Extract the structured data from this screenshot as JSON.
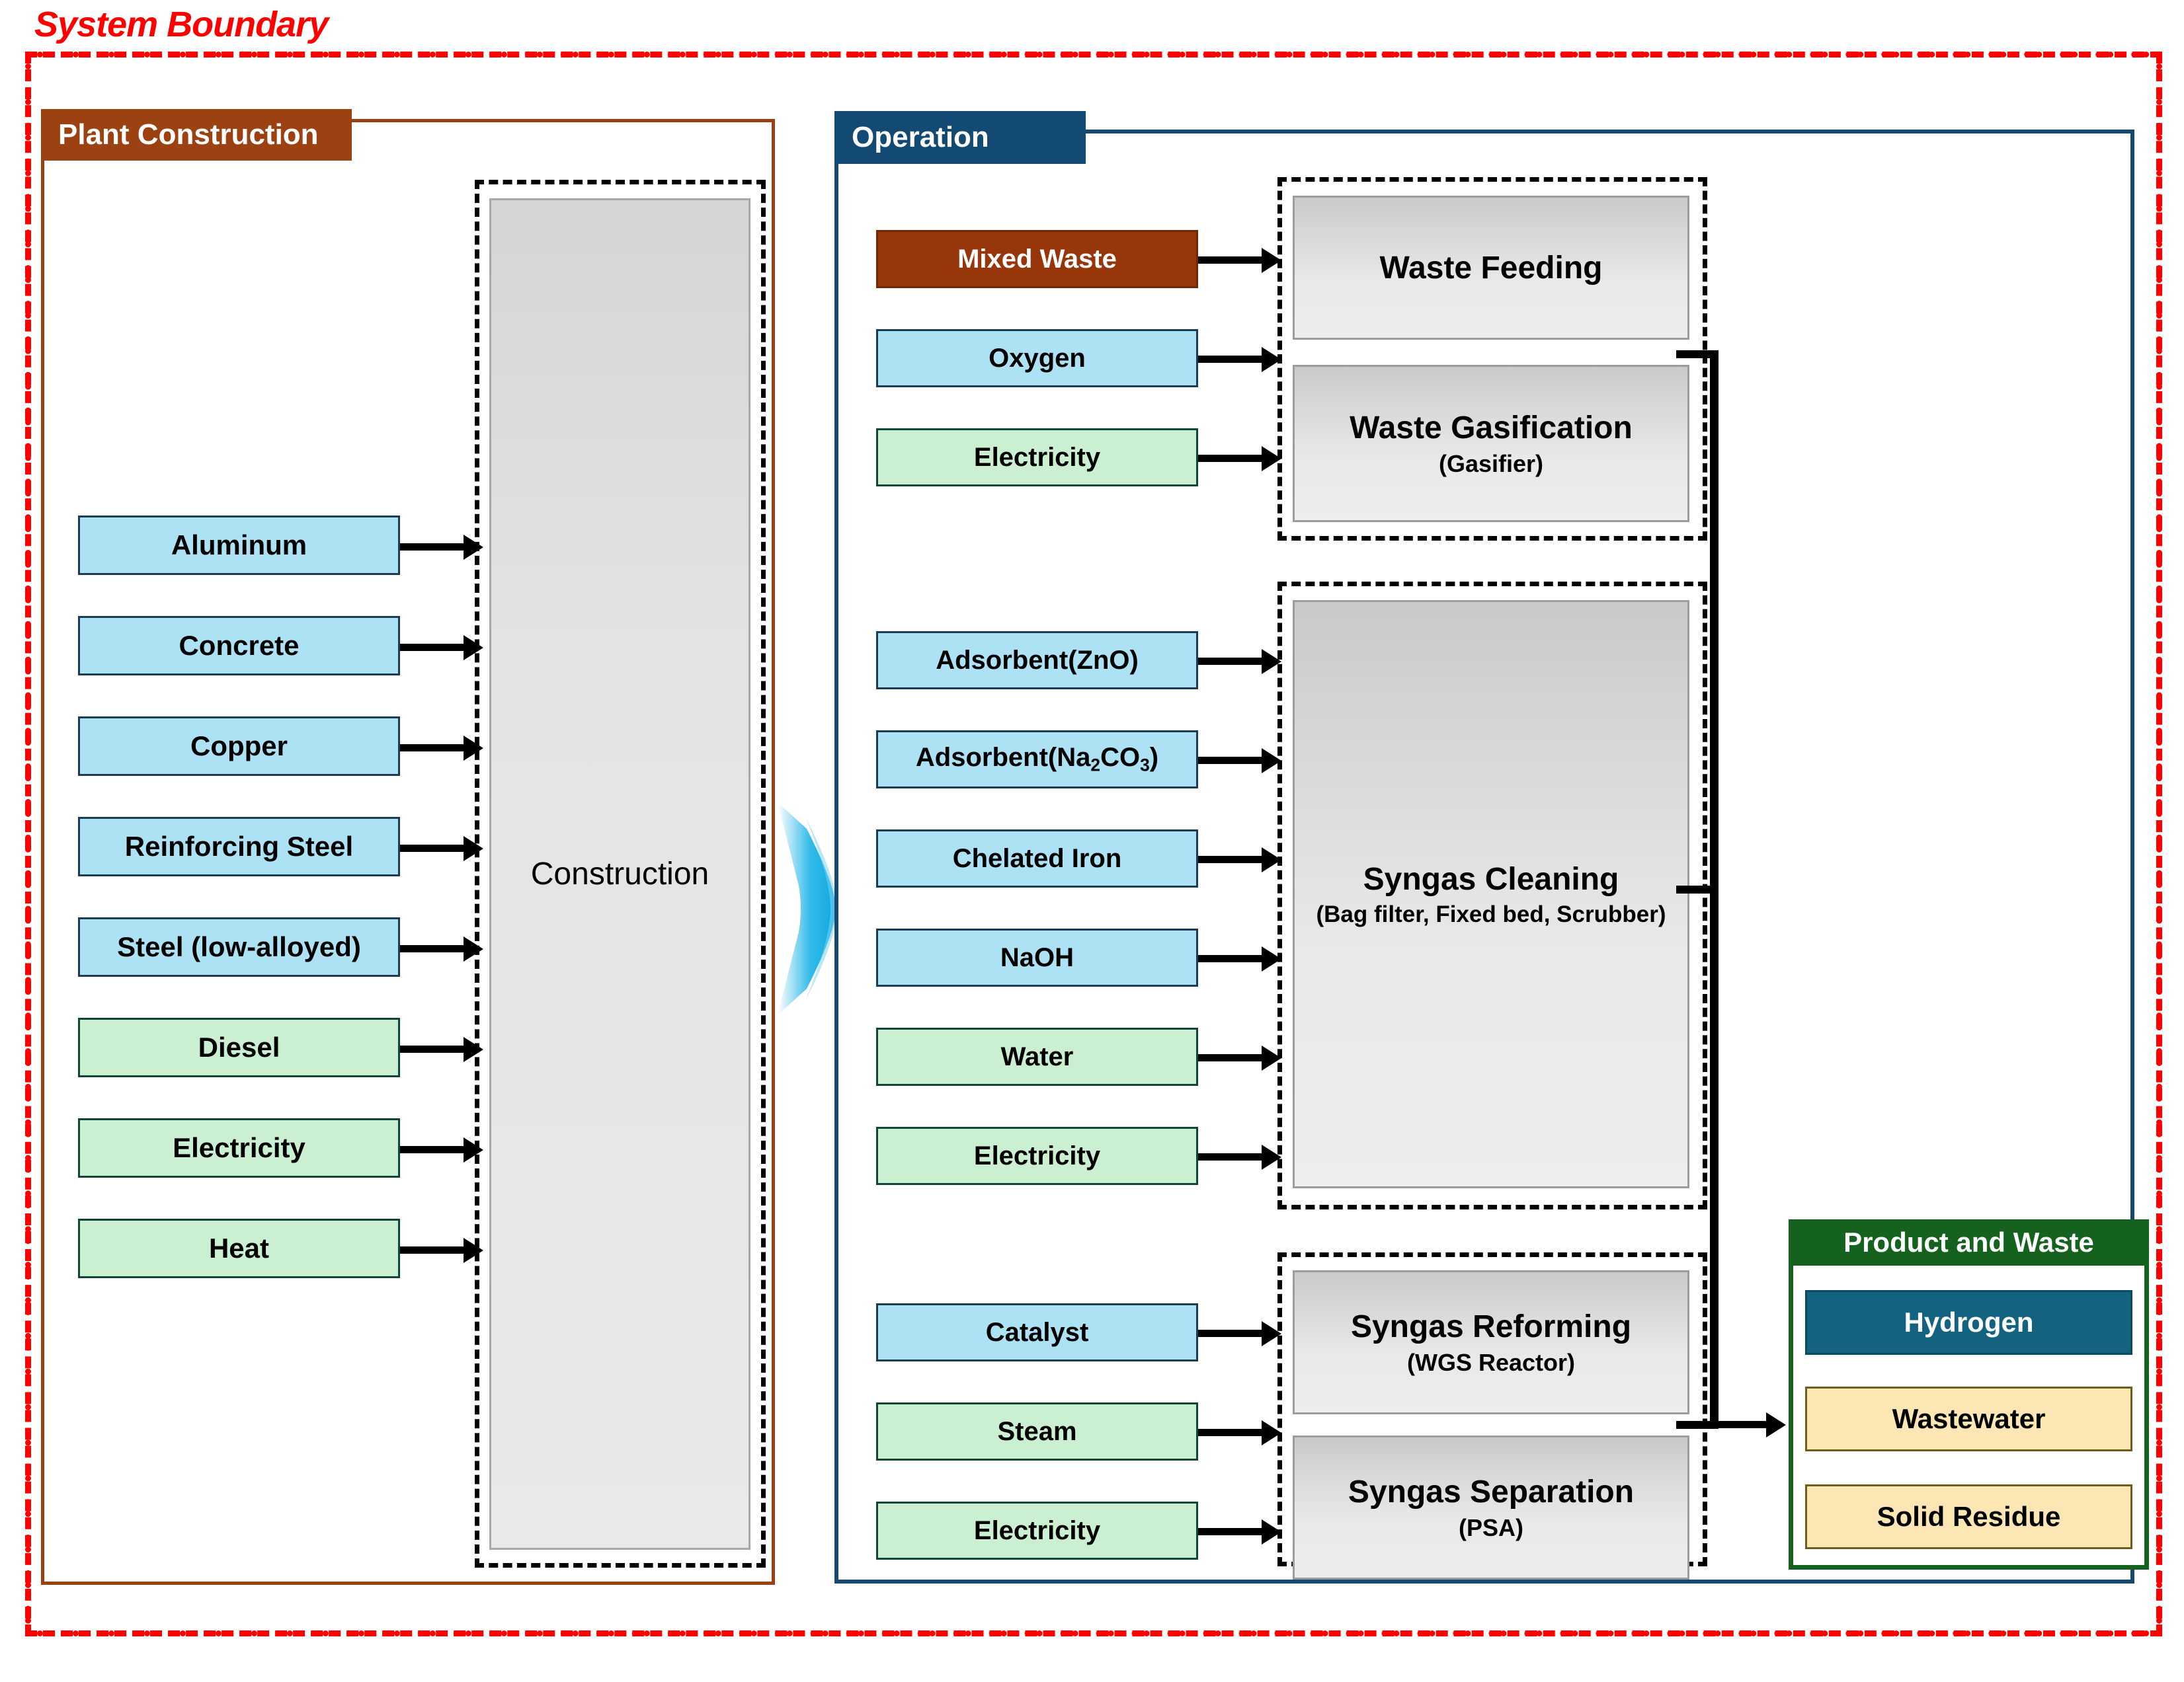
{
  "title": "System Boundary",
  "colors": {
    "boundary": "#FF0000",
    "plant_accent": "#9C4212",
    "operation_accent": "#124A73",
    "product_accent": "#14621D",
    "material_blue": "#ADE2F4",
    "energy_green": "#CBF0D1",
    "waste_brown": "#97350B",
    "hydrogen_teal": "#136380",
    "byproduct_cream": "#FBE6B4"
  },
  "plant_construction": {
    "tab_label": "Plant Construction",
    "inputs": [
      {
        "label": "Aluminum",
        "kind": "material"
      },
      {
        "label": "Concrete",
        "kind": "material"
      },
      {
        "label": "Copper",
        "kind": "material"
      },
      {
        "label": "Reinforcing Steel",
        "kind": "material"
      },
      {
        "label": "Steel (low-alloyed)",
        "kind": "material"
      },
      {
        "label": "Diesel",
        "kind": "energy"
      },
      {
        "label": "Electricity",
        "kind": "energy"
      },
      {
        "label": "Heat",
        "kind": "energy"
      }
    ],
    "process": {
      "title": "Construction",
      "subtitle": ""
    }
  },
  "operation": {
    "tab_label": "Operation",
    "groups": [
      {
        "inputs": [
          {
            "label": "Mixed Waste",
            "kind": "waste"
          },
          {
            "label": "Oxygen",
            "kind": "material"
          },
          {
            "label": "Electricity",
            "kind": "energy"
          }
        ],
        "processes": [
          {
            "title": "Waste Feeding",
            "subtitle": ""
          },
          {
            "title": "Waste Gasification",
            "subtitle": "(Gasifier)"
          }
        ]
      },
      {
        "inputs": [
          {
            "label": "Adsorbent(ZnO)",
            "kind": "material"
          },
          {
            "label": "Adsorbent(Na2CO3)",
            "kind": "material",
            "html": "Adsorbent(Na<sub>2</sub>CO<sub>3</sub>)"
          },
          {
            "label": "Chelated Iron",
            "kind": "material"
          },
          {
            "label": "NaOH",
            "kind": "material"
          },
          {
            "label": "Water",
            "kind": "energy"
          },
          {
            "label": "Electricity",
            "kind": "energy"
          }
        ],
        "processes": [
          {
            "title": "Syngas Cleaning",
            "subtitle": "(Bag filter, Fixed bed, Scrubber)"
          }
        ]
      },
      {
        "inputs": [
          {
            "label": "Catalyst",
            "kind": "material"
          },
          {
            "label": "Steam",
            "kind": "energy"
          },
          {
            "label": "Electricity",
            "kind": "energy"
          }
        ],
        "processes": [
          {
            "title": "Syngas Reforming",
            "subtitle": "(WGS Reactor)"
          },
          {
            "title": "Syngas Separation",
            "subtitle": "(PSA)"
          }
        ]
      }
    ]
  },
  "product_and_waste": {
    "tab_label": "Product and Waste",
    "outputs": [
      {
        "label": "Hydrogen",
        "kind": "product"
      },
      {
        "label": "Wastewater",
        "kind": "byproduct"
      },
      {
        "label": "Solid Residue",
        "kind": "byproduct"
      }
    ]
  }
}
